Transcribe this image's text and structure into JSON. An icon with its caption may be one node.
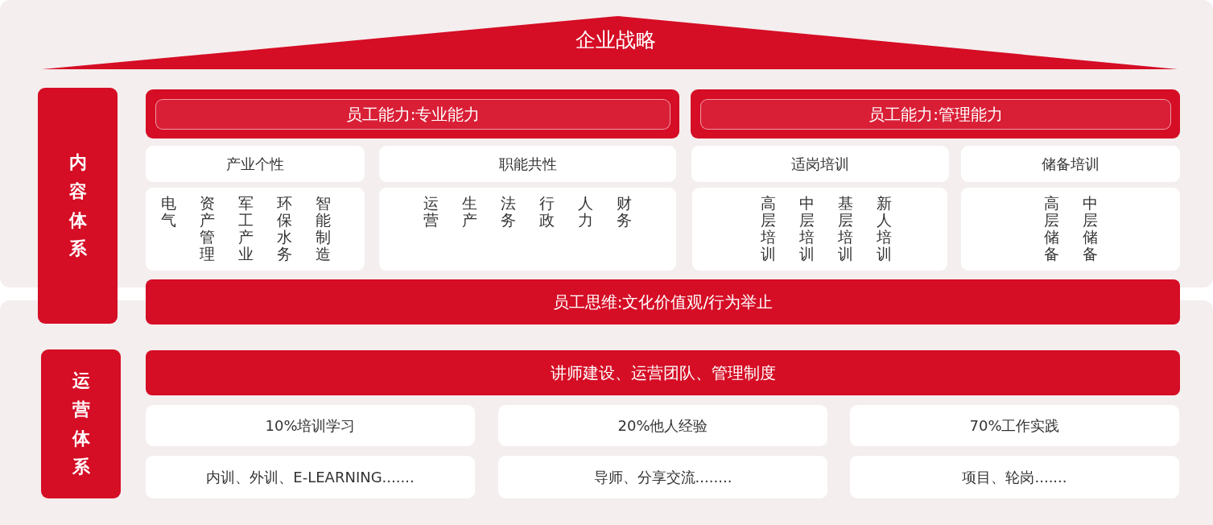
{
  "diagram": {
    "nodes": [
      {
        "text": [
          "企业战略"
        ]
      },
      {
        "text": [
          "内容体系"
        ]
      },
      {
        "text": [
          "员工能力:专业能力"
        ]
      },
      {
        "text": [
          "员工能力:管理能力"
        ]
      },
      {
        "text": [
          "产业个性"
        ]
      },
      {
        "text": [
          "职能共性"
        ]
      },
      {
        "text": [
          "适岗培训"
        ]
      },
      {
        "text": [
          "储备培训"
        ]
      },
      {
        "text": [
          "电气",
          "资产管理",
          "军工产业",
          "环保水务",
          "智能制造"
        ]
      },
      {
        "text": [
          "运营",
          "生产",
          "法务",
          "行政",
          "人力",
          "财务"
        ]
      },
      {
        "text": [
          "高层培训",
          "中层培训",
          "基层培训",
          "新人培训"
        ]
      },
      {
        "text": [
          "高层储备",
          "中层储备"
        ]
      },
      {
        "text": [
          "员工思维:文化价值观/行为举止"
        ]
      },
      {
        "text": [
          "运营体系"
        ]
      },
      {
        "text": [
          "讲师建设、运营团队、管理制度"
        ]
      },
      {
        "text": [
          "10%培训学习"
        ]
      },
      {
        "text": [
          "20%他人经验"
        ]
      },
      {
        "text": [
          "70%工作实践"
        ]
      },
      {
        "text": [
          "内训、外训、E-LEARNING......."
        ]
      },
      {
        "text": [
          "导师、分享交流........"
        ]
      },
      {
        "text": [
          "项目、轮岗......."
        ]
      }
    ]
  }
}
